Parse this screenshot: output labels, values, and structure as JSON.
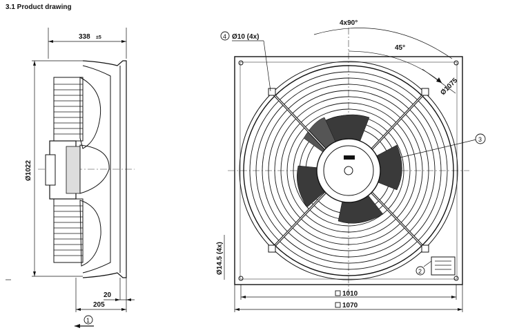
{
  "title": "3.1 Product drawing",
  "side_view": {
    "width_dim": "338",
    "width_tol": "±5",
    "diameter": "Ø1022",
    "dim_20": "20",
    "dim_205": "205",
    "airflow_callout": "1"
  },
  "front_view": {
    "angle_4x90": "4x90°",
    "angle_45": "45°",
    "hole_callout_num": "4",
    "hole_label": "Ø10 (4x)",
    "bolt_circle": "Ø1075",
    "guard_callout": "3",
    "terminal_callout": "2",
    "hole_dia_label": "Ø14.5 (4x)",
    "dim_1010": "1010",
    "dim_1070": "1070"
  }
}
